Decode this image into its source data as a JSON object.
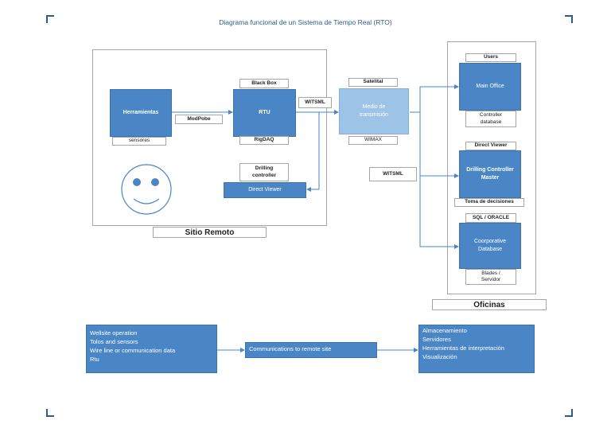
{
  "title": "Diagrama funcional de un  Sistema de Tiempo Real (RTO)",
  "remote": {
    "herramientas": "Herramientas",
    "sensores": "sensores",
    "modpobe": "ModPobe",
    "blackbox": "Black Box",
    "rtu": "RTU",
    "rigdaq": "RigDAQ",
    "drilling_controller": "Drilling controller",
    "direct_viewer": "Direct Viewer",
    "section_label": "Sitio Remoto"
  },
  "transmission": {
    "witsml_top": "WITSML",
    "satelital": "Satelital",
    "medio": "Medio de transmisión",
    "wimax": "WIMAX",
    "witsml_side": "WITSML"
  },
  "oficinas": {
    "users": "Users",
    "main_office": "Main Office",
    "controller_db": "Controller database",
    "direct_viewer": "Direct Viewer",
    "drilling_master": "Drilling Controller Master",
    "toma": "Toma de decisiones",
    "sql": "SQL / ORACLE",
    "corporate_db": "Coorporative Database",
    "blades": "Blades / Servidor",
    "section_label": "Oficinas"
  },
  "flow": {
    "left_lines": [
      "Wellsite operation",
      "Tolos and sensors",
      "Wire line or communication data",
      "Rtu"
    ],
    "middle": "Communications to remote site",
    "right_lines": [
      "Almacenamiento",
      "Servidores",
      "Herramientas de interpretación",
      "Visualización"
    ]
  },
  "colors": {
    "box_blue": "#4a86c6",
    "box_light": "#9dc3e6",
    "title_blue": "#2e5c8a"
  }
}
